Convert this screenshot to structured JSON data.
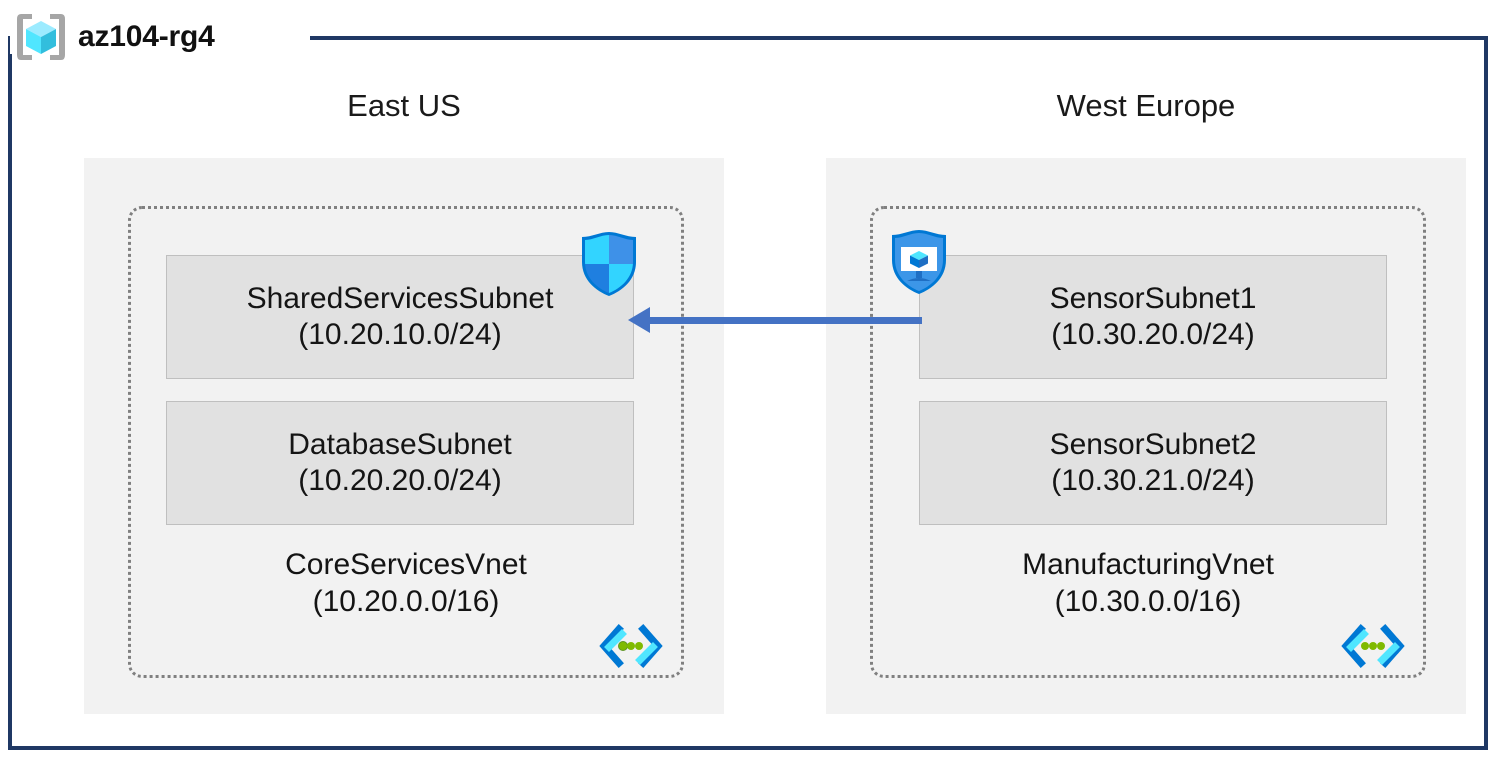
{
  "resource_group": {
    "name": "az104-rg4",
    "icon": "resource-group-cube-icon"
  },
  "regions": [
    {
      "id": "east-us",
      "label": "East US",
      "vnet": {
        "name": "CoreServicesVnet",
        "address_space": "(10.20.0.0/16)",
        "icon": "virtual-network-icon",
        "subnets": [
          {
            "name": "SharedServicesSubnet",
            "address_prefix": "(10.20.10.0/24)",
            "badge": "network-security-shield-icon"
          },
          {
            "name": "DatabaseSubnet",
            "address_prefix": "(10.20.20.0/24)",
            "badge": null
          }
        ]
      }
    },
    {
      "id": "west-europe",
      "label": "West Europe",
      "vnet": {
        "name": "ManufacturingVnet",
        "address_space": "(10.30.0.0/16)",
        "icon": "virtual-network-icon",
        "subnets": [
          {
            "name": "SensorSubnet1",
            "address_prefix": "(10.30.20.0/24)",
            "badge": "bastion-shield-icon"
          },
          {
            "name": "SensorSubnet2",
            "address_prefix": "(10.30.21.0/24)",
            "badge": null
          }
        ]
      }
    }
  ],
  "connection": {
    "name": "vnet-peering-arrow",
    "direction": "west-europe-to-east-us",
    "label": ""
  },
  "colors": {
    "frame": "#1F3864",
    "region_fill": "#F2F2F2",
    "subnet_fill": "#E1E1E1",
    "subnet_stroke": "#BFBFBF",
    "vnet_stroke": "#808080",
    "arrow": "#4472C4",
    "icon_cyan": "#50E6FF",
    "icon_blue": "#0078D4"
  }
}
